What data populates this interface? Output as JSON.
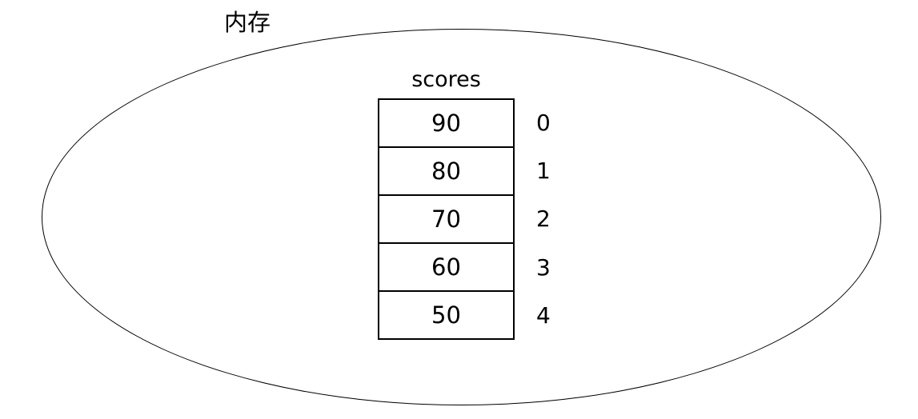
{
  "colors": {
    "ink": "#000000",
    "background": "#ffffff"
  },
  "diagram": {
    "memory_label": "内存",
    "array_name": "scores",
    "cells": [
      {
        "value": "90",
        "index": "0"
      },
      {
        "value": "80",
        "index": "1"
      },
      {
        "value": "70",
        "index": "2"
      },
      {
        "value": "60",
        "index": "3"
      },
      {
        "value": "50",
        "index": "4"
      }
    ]
  }
}
